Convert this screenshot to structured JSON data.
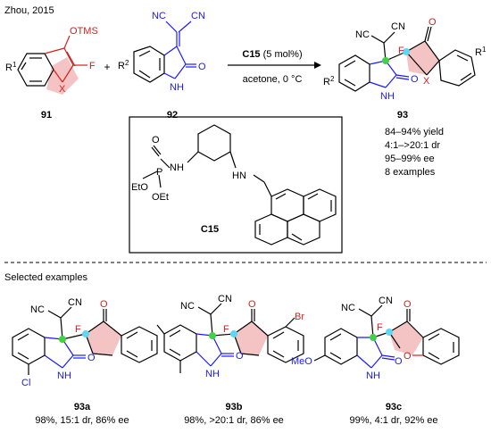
{
  "header": {
    "source": "Zhou, 2015"
  },
  "reaction": {
    "substrate_1": {
      "label": "91",
      "otms": "OTMS",
      "fluoro": "F",
      "hetero": "X",
      "rgroup": "R",
      "rgroup_sup": "1"
    },
    "plus": "+",
    "substrate_2": {
      "label": "92",
      "cn_left": "NC",
      "cn_right": "CN",
      "carbonyl": "O",
      "nh": "NH",
      "rgroup": "R",
      "rgroup_sup": "2"
    },
    "catalyst_loading": {
      "catalyst": "C15",
      "amount": " (5 mol%)"
    },
    "conditions": "acetone, 0 °C",
    "product": {
      "label": "93",
      "nc": "NC",
      "cn": "CN",
      "fluoro": "F",
      "carbonyl_top": "O",
      "carbonyl_low": "O",
      "hetero": "X",
      "nh": "NH",
      "r1": "R",
      "r1_sup": "1",
      "r2": "R",
      "r2_sup": "2"
    },
    "outcomes": [
      "84–94% yield",
      "4:1–>20:1  dr",
      "95–99% ee",
      "8 examples"
    ]
  },
  "catalyst_box": {
    "label": "C15",
    "o": "O",
    "p": "P",
    "nh_left": "NH",
    "eto": "EtO",
    "oet": "OEt",
    "hn_right": "HN"
  },
  "section_title": "Selected examples",
  "examples": [
    {
      "label": "93a",
      "result": "98%, 15:1 dr, 86% ee",
      "nc": "NC",
      "cn": "CN",
      "f": "F",
      "o_top": "O",
      "o_low": "O",
      "nh": "NH",
      "sub": "Cl"
    },
    {
      "label": "93b",
      "result": "98%, >20:1 dr, 86% ee",
      "nc": "NC",
      "cn": "CN",
      "f": "F",
      "o_top": "O",
      "o_low": "O",
      "nh": "NH",
      "sub": "Br"
    },
    {
      "label": "93c",
      "result": "99%, 4:1 dr, 92% ee",
      "nc": "NC",
      "cn": "CN",
      "f": "F",
      "o_top": "O",
      "o_low": "O",
      "o_ring": "O",
      "nh": "NH",
      "sub": "MeO"
    }
  ],
  "colors": {
    "bond": "#000000",
    "heteroatom": "#1a1aff",
    "red_label": "#d42020",
    "highlight": "#f4c4c4",
    "stereo_green": "#44d044",
    "stereo_cyan": "#5fd6f2",
    "box": "#000000",
    "dash": "#000000"
  }
}
